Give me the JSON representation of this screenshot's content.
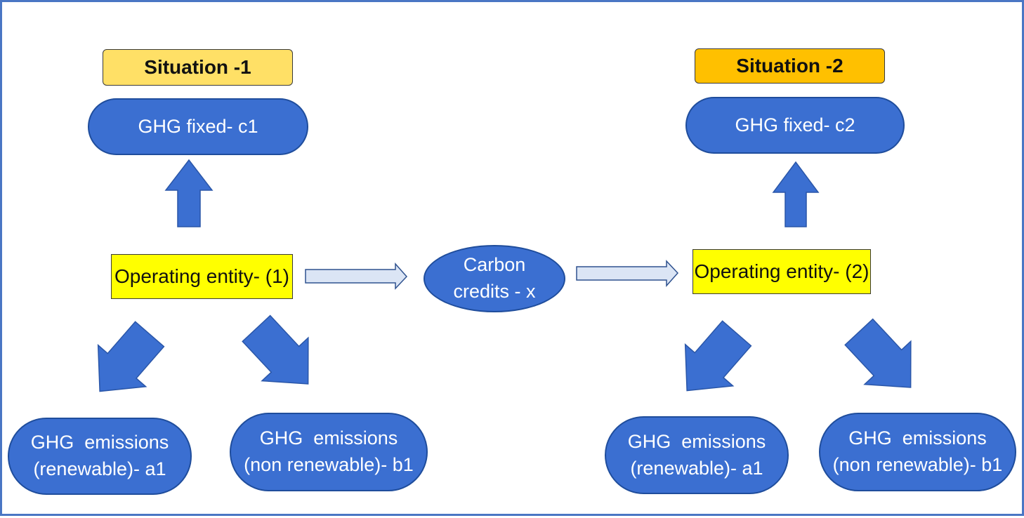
{
  "colors": {
    "frame": "#4a76c4",
    "node_fill": "#3b6fd1",
    "node_border": "#1f4d9c",
    "entity_fill": "#ffff00",
    "situation1_fill": "#ffe066",
    "situation2_fill": "#ffc000",
    "flow_arrow_fill": "#dbe5f5",
    "flow_arrow_stroke": "#2f528f"
  },
  "situation1": {
    "title": "Situation -1",
    "fixed": "GHG fixed- c1",
    "entity": "Operating entity- (1)",
    "renewable_line1": "GHG  emissions",
    "renewable_line2": "(renewable)- a1",
    "nonrenewable_line1": "GHG  emissions",
    "nonrenewable_line2": "(non renewable)- b1"
  },
  "situation2": {
    "title": "Situation -2",
    "fixed": "GHG fixed- c2",
    "entity": "Operating entity- (2)",
    "renewable_line1": "GHG  emissions",
    "renewable_line2": "(renewable)- a1",
    "nonrenewable_line1": "GHG  emissions",
    "nonrenewable_line2": "(non renewable)- b1"
  },
  "carbon_credits": {
    "line1": "Carbon",
    "line2": "credits - x"
  }
}
